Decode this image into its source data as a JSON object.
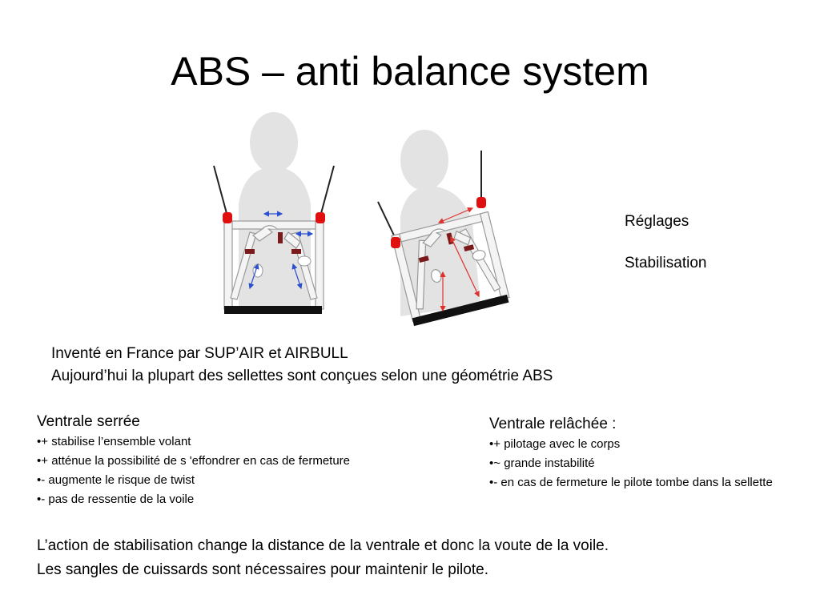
{
  "title": "ABS – anti balance system",
  "legend": {
    "reglages": {
      "label": "Réglages",
      "color": "#2a7ab8"
    },
    "stabilisation": {
      "label": "Stabilisation",
      "color": "#e0302c"
    }
  },
  "intro": {
    "line1": "Inventé en France par SUP’AIR et AIRBULL",
    "line2": "Aujourd’hui la plupart des sellettes sont conçues selon une géométrie ABS"
  },
  "ventrale_serree": {
    "heading": "Ventrale serrée",
    "items": [
      "+ stabilise l’ensemble volant",
      "+ atténue la possibilité de s 'effondrer en cas de fermeture",
      "- augmente le risque de twist",
      "- pas de ressentie de la voile"
    ]
  },
  "ventrale_relachee": {
    "heading": "Ventrale relâchée :",
    "items": [
      "+ pilotage avec le corps",
      "~ grande instabilité",
      "- en cas de fermeture le pilote tombe dans la sellette"
    ]
  },
  "conclusion": {
    "line1": "L’action de stabilisation change la distance de la ventrale et donc la voute de la voile.",
    "line2": "Les sangles de cuissards sont nécessaires pour maintenir le pilote."
  }
}
